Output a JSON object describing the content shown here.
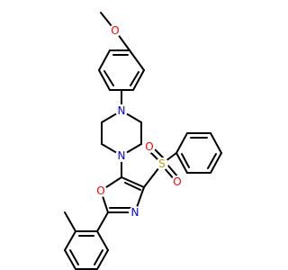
{
  "molecule": {
    "atoms": {
      "methoxy_o": "O",
      "piperazine_n_top": "N",
      "piperazine_n_bottom": "N",
      "oxazole_o": "O",
      "oxazole_n": "N",
      "sulfonyl_s": "S",
      "sulfonyl_o_left": "O",
      "sulfonyl_o_right": "O"
    },
    "colors": {
      "bond": "#000000",
      "oxygen": "#ff0000",
      "nitrogen": "#0000ff",
      "sulfur": "#c8a000"
    }
  }
}
